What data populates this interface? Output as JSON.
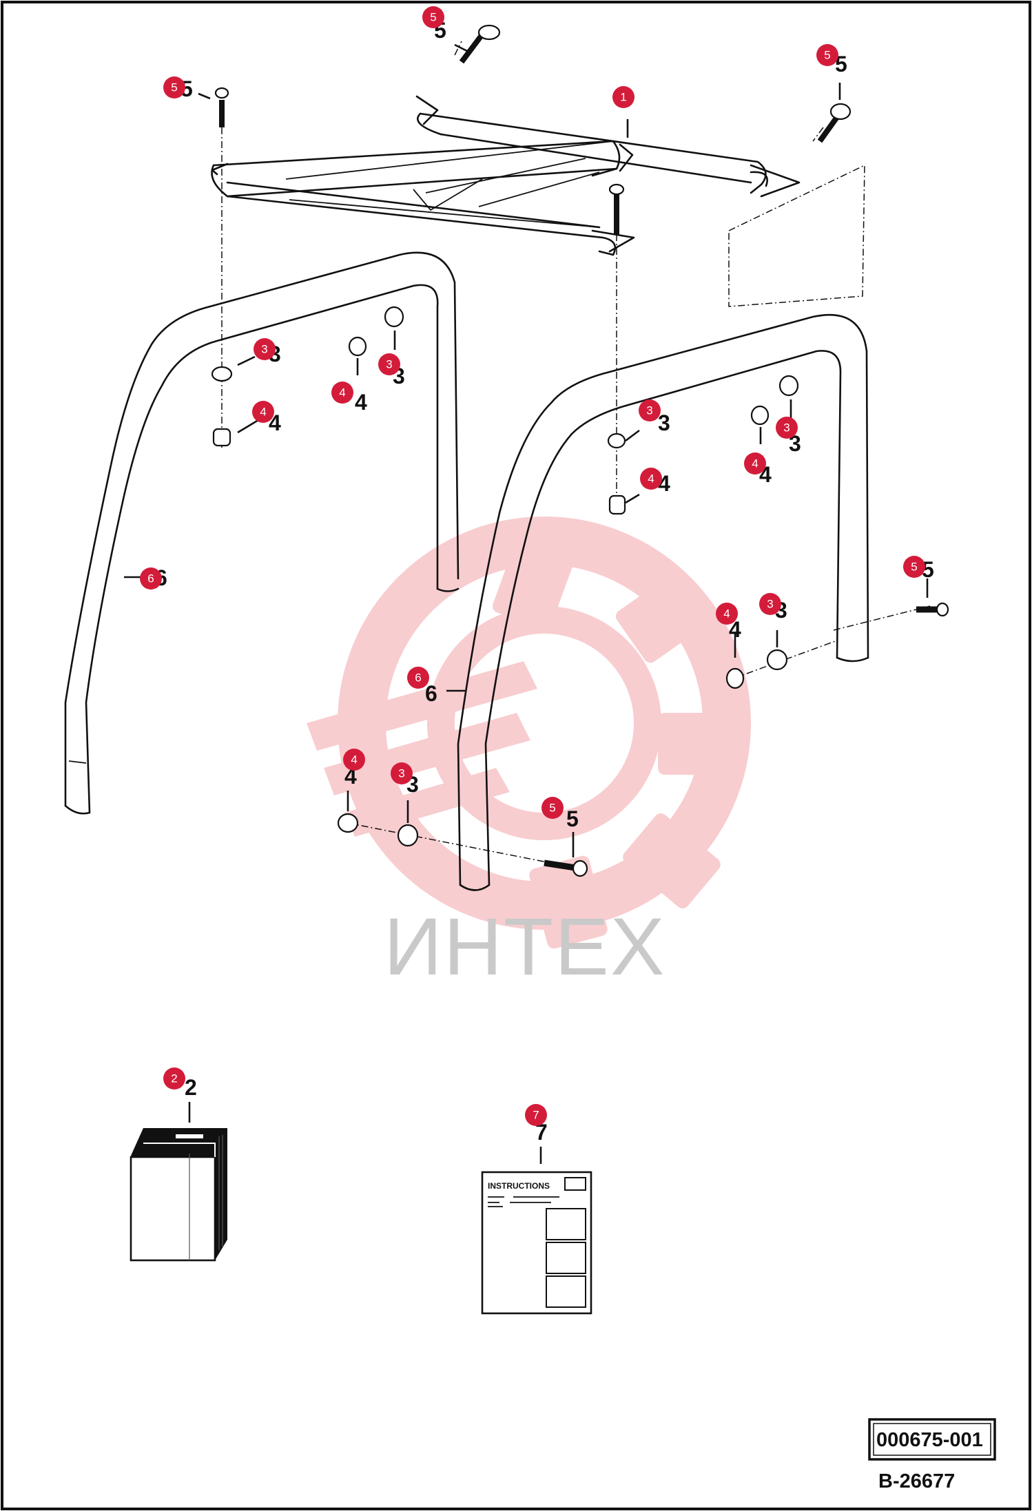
{
  "diagram": {
    "part_labels": {
      "p3a": "3",
      "p4a": "4",
      "p3b": "3",
      "p4b": "4",
      "p3c": "3",
      "p4c": "4",
      "p3d": "3",
      "p4d": "4",
      "p5a": "5",
      "p3e": "3",
      "p4e": "4",
      "p6b": "6",
      "p4f": "4",
      "p3f": "3",
      "p5b": "5",
      "p5c": "5",
      "p5d": "5",
      "p6a": "6",
      "p2": "2",
      "p7": "7",
      "p5e": "5"
    },
    "callouts": {
      "c5top": "5",
      "c5left": "5",
      "c1": "1",
      "c5right": "5",
      "c3a": "3",
      "c3b": "3",
      "c4a": "4",
      "c4b": "4",
      "c3c": "3",
      "c4c": "4",
      "c3d": "3",
      "c4d": "4",
      "c6a": "6",
      "c5e": "5",
      "c3e": "3",
      "c4e": "4",
      "c6b": "6",
      "c4f": "4",
      "c3f": "3",
      "c5f": "5",
      "c2": "2",
      "c7": "7"
    },
    "instructions_title": "INSTRUCTIONS",
    "drawing_code": "000675-001",
    "figure_code": "B-26677",
    "watermark": "ИНТЕХ"
  },
  "colors": {
    "callout": "#d31c3a",
    "watermark": "#f2a5a9",
    "line": "#111111"
  }
}
